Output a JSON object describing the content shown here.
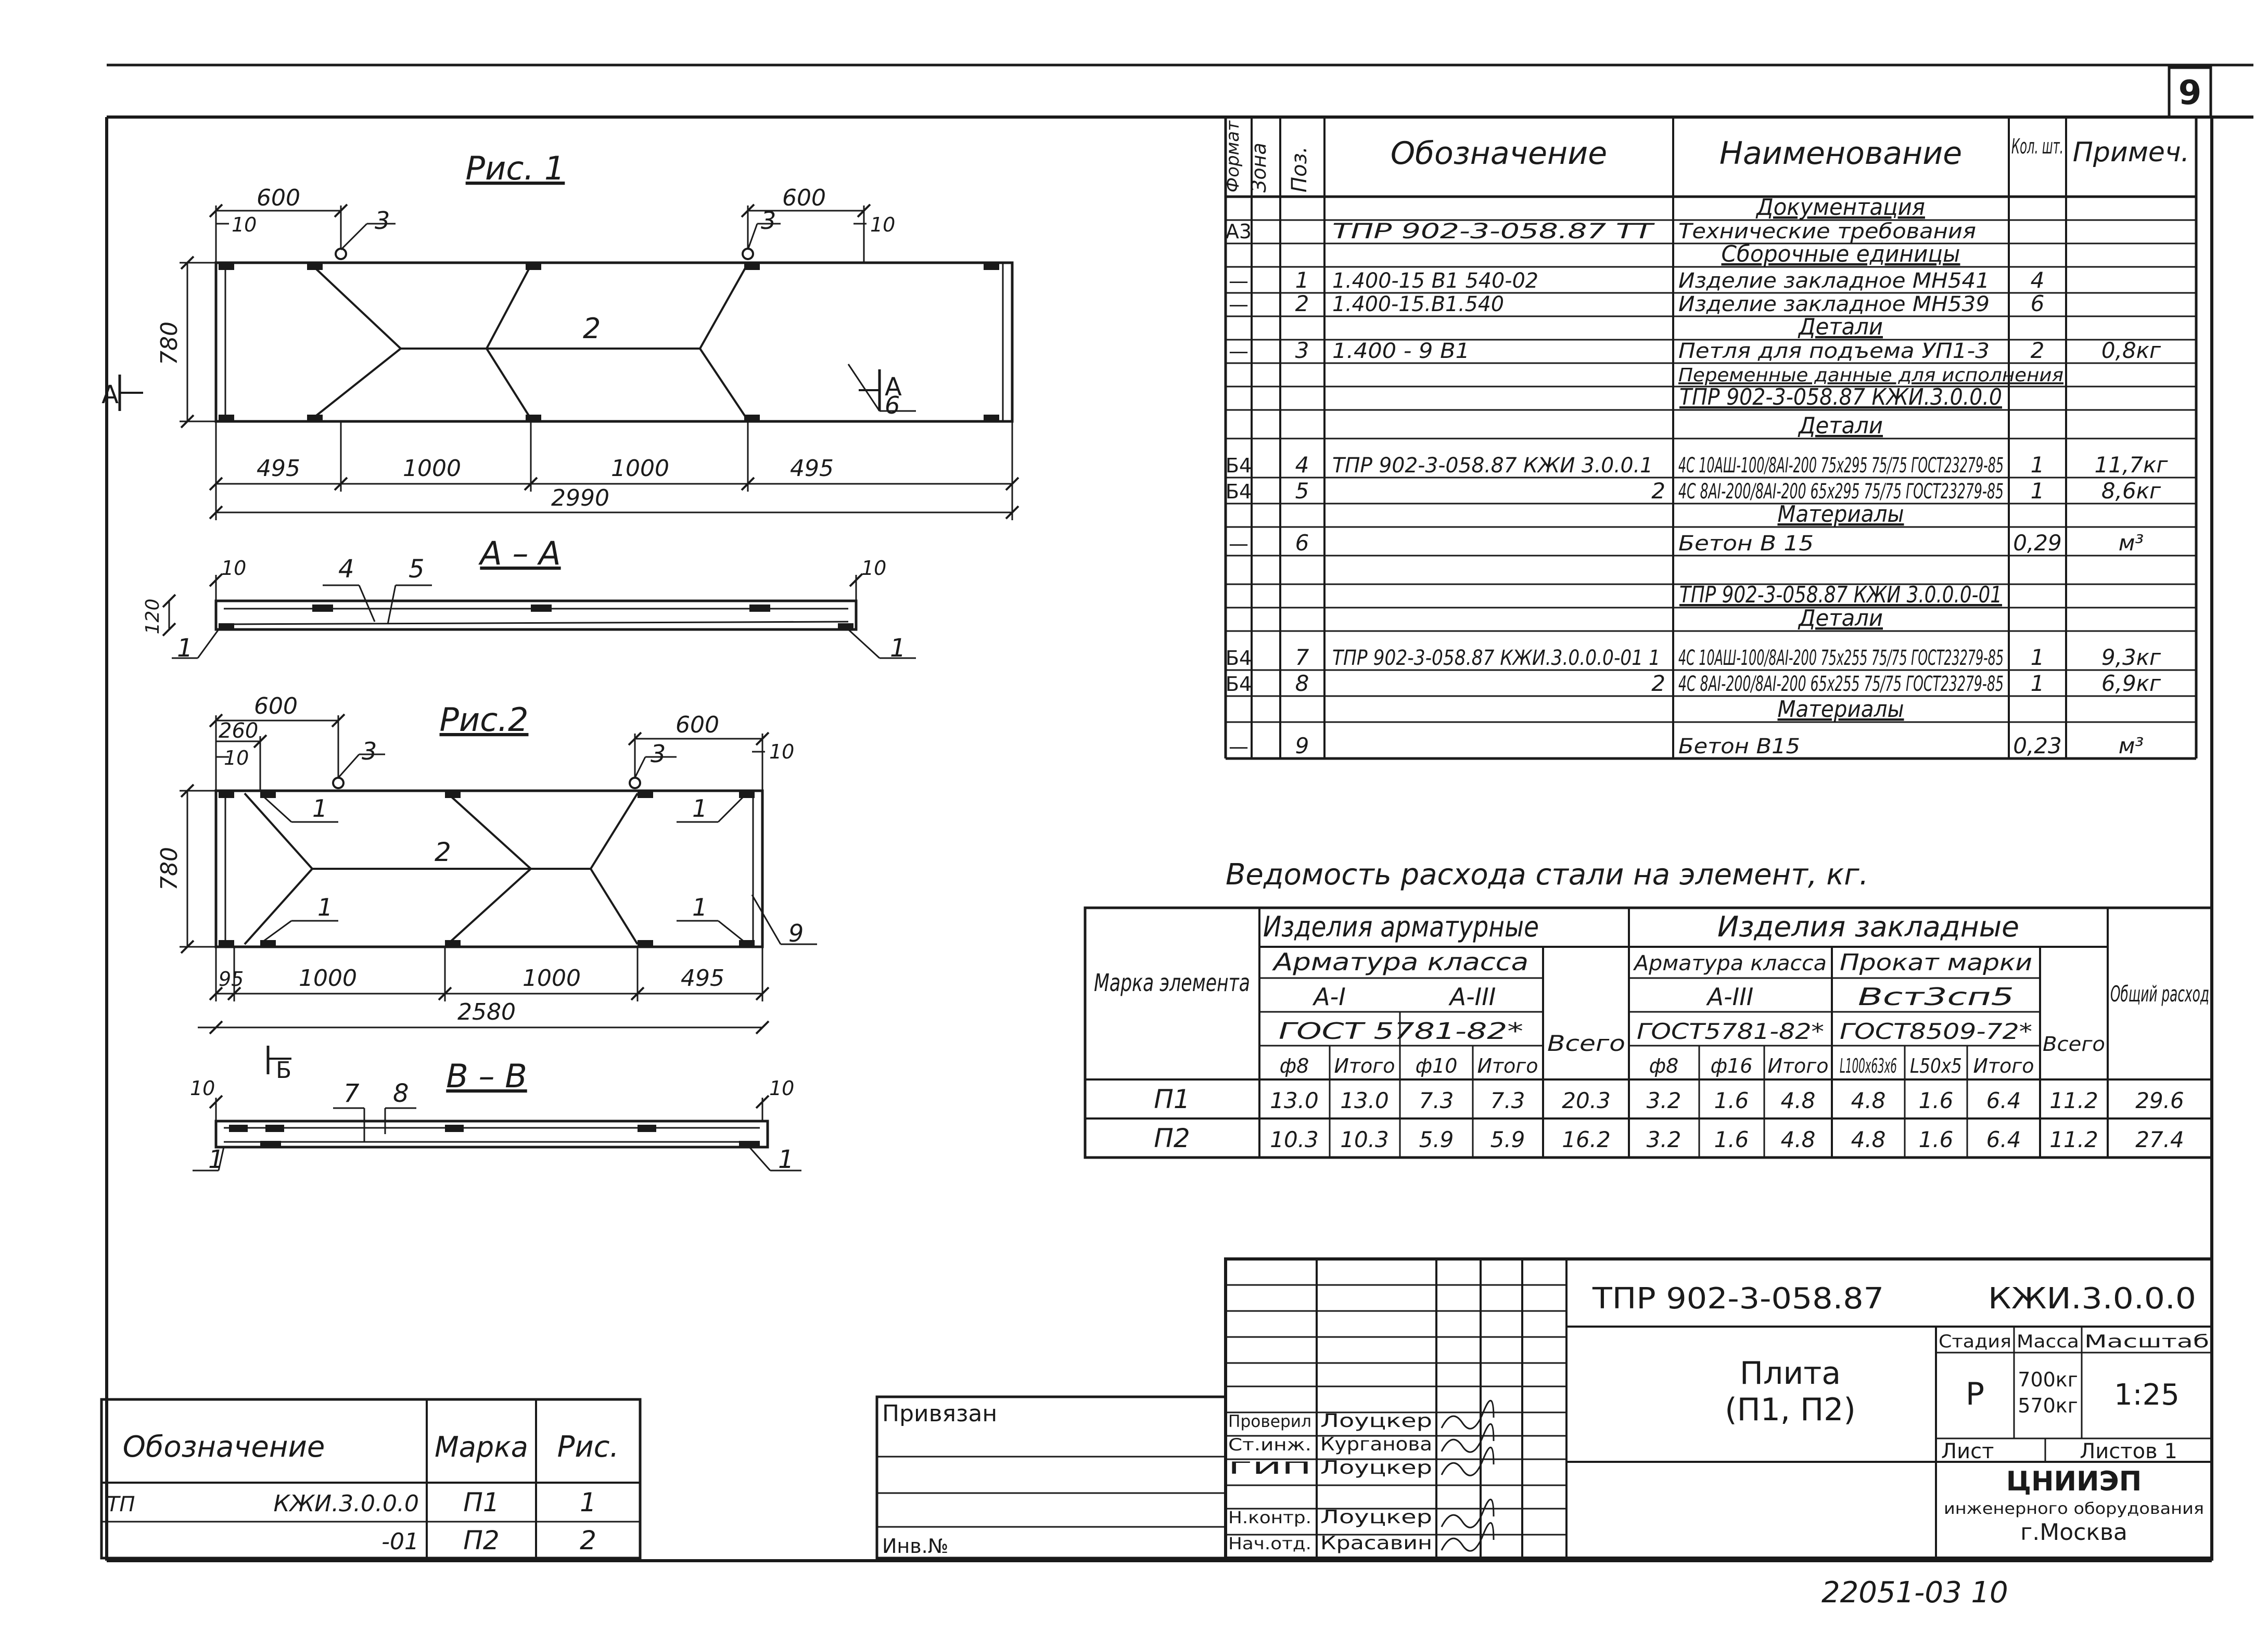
{
  "sheet": {
    "number": "9",
    "doc_code": "ТПР 902-3-058.87",
    "doc_mark": "КЖИ.3.0.0.0",
    "bottom_number": "22051-03  10"
  },
  "fig1": {
    "title": "Рис. 1",
    "dims_top": [
      "600",
      "600",
      "10",
      "10"
    ],
    "leaders": [
      "3",
      "3",
      "2",
      "6"
    ],
    "height": "780",
    "dims_bottom": [
      "495",
      "1000",
      "1000",
      "495"
    ],
    "total": "2990",
    "section_mark": "А",
    "section_title": "А – А",
    "sec_leaders": [
      "4",
      "5",
      "1",
      "1"
    ],
    "sec_dims": [
      "10",
      "10",
      "120"
    ]
  },
  "fig2": {
    "title": "Рис.2",
    "dims_top": [
      "600",
      "260",
      "10",
      "600",
      "10"
    ],
    "leaders": [
      "3",
      "3",
      "1",
      "1",
      "2",
      "1",
      "1",
      "9"
    ],
    "height": "780",
    "dims_bottom": [
      "95",
      "1000",
      "1000",
      "495"
    ],
    "total": "2580",
    "section_mark": "Б",
    "section_title": "В – В",
    "sec_leaders": [
      "7",
      "8",
      "1",
      "1"
    ],
    "sec_dims": [
      "10",
      "10"
    ]
  },
  "spec": {
    "headers": [
      "Формат",
      "Зона",
      "Поз.",
      "Обозначение",
      "Наименование",
      "Кол. шт.",
      "Примеч."
    ],
    "rows": [
      {
        "fmt": "",
        "zone": "",
        "pos": "",
        "des": "",
        "name": "Документация",
        "qty": "",
        "note": "",
        "section": true
      },
      {
        "fmt": "А3",
        "zone": "",
        "pos": "",
        "des": "ТПР 902-3-058.87          ТТ",
        "name": "Технические требования",
        "qty": "",
        "note": ""
      },
      {
        "fmt": "",
        "zone": "",
        "pos": "",
        "des": "",
        "name": "Сборочные единицы",
        "qty": "",
        "note": "",
        "section": true
      },
      {
        "fmt": "—",
        "zone": "",
        "pos": "1",
        "des": "1.400-15 В1 540-02",
        "name": "Изделие закладное МН541",
        "qty": "4",
        "note": ""
      },
      {
        "fmt": "—",
        "zone": "",
        "pos": "2",
        "des": "1.400-15.В1.540",
        "name": "Изделие закладное МН539",
        "qty": "6",
        "note": ""
      },
      {
        "fmt": "",
        "zone": "",
        "pos": "",
        "des": "",
        "name": "Детали",
        "qty": "",
        "note": "",
        "section": true
      },
      {
        "fmt": "—",
        "zone": "",
        "pos": "3",
        "des": "1.400 - 9 В1",
        "name": "Петля для подъема УП1-3",
        "qty": "2",
        "note": "0,8кг"
      },
      {
        "fmt": "",
        "zone": "",
        "pos": "",
        "des": "",
        "name": "Переменные данные для исполнения",
        "qty": "",
        "note": "",
        "wide": true
      },
      {
        "fmt": "",
        "zone": "",
        "pos": "",
        "des": "",
        "name": "ТПР 902-3-058.87   КЖИ.3.0.0.0",
        "qty": "",
        "note": "",
        "section": true
      },
      {
        "fmt": "",
        "zone": "",
        "pos": "",
        "des": "",
        "name": "Детали",
        "qty": "",
        "note": "",
        "section": true
      },
      {
        "fmt": "Б4",
        "zone": "",
        "pos": "4",
        "des": "ТПР 902-3-058.87 КЖИ 3.0.0.1",
        "name": "4С 10АШ-100/8АI-200 75х295 75/75 ГОСТ23279-85",
        "qty": "1",
        "note": "11,7кг"
      },
      {
        "fmt": "Б4",
        "zone": "",
        "pos": "5",
        "des": "2",
        "name": "4С 8АI-200/8АI-200 65х295 75/75 ГОСТ23279-85",
        "qty": "1",
        "note": "8,6кг"
      },
      {
        "fmt": "",
        "zone": "",
        "pos": "",
        "des": "",
        "name": "Материалы",
        "qty": "",
        "note": "",
        "section": true
      },
      {
        "fmt": "—",
        "zone": "",
        "pos": "6",
        "des": "",
        "name": "Бетон В 15",
        "qty": "0,29",
        "note": "м³"
      },
      {
        "fmt": "",
        "zone": "",
        "pos": "",
        "des": "",
        "name": "",
        "qty": "",
        "note": ""
      },
      {
        "fmt": "",
        "zone": "",
        "pos": "",
        "des": "",
        "name": "ТПР 902-3-058.87   КЖИ 3.0.0.0-01",
        "qty": "",
        "note": "",
        "section": true
      },
      {
        "fmt": "",
        "zone": "",
        "pos": "",
        "des": "",
        "name": "Детали",
        "qty": "",
        "note": "",
        "section": true
      },
      {
        "fmt": "Б4",
        "zone": "",
        "pos": "7",
        "des": "ТПР 902-3-058.87 КЖИ.3.0.0.0-01 1",
        "name": "4С 10АШ-100/8АI-200 75х255 75/75 ГОСТ23279-85",
        "qty": "1",
        "note": "9,3кг"
      },
      {
        "fmt": "Б4",
        "zone": "",
        "pos": "8",
        "des": "2",
        "name": "4С 8АI-200/8АI-200 65х255 75/75 ГОСТ23279-85",
        "qty": "1",
        "note": "6,9кг"
      },
      {
        "fmt": "",
        "zone": "",
        "pos": "",
        "des": "",
        "name": "Материалы",
        "qty": "",
        "note": "",
        "section": true
      },
      {
        "fmt": "—",
        "zone": "",
        "pos": "9",
        "des": "",
        "name": "Бетон В15",
        "qty": "0,23",
        "note": "м³"
      }
    ]
  },
  "steel": {
    "title": "Ведомость расхода стали на элемент, кг.",
    "h_mark": "Марка элемента",
    "h_armat": "Изделия арматурные",
    "h_zakl": "Изделия закладные",
    "h_total": "Общий расход",
    "h_class1": "Арматура класса",
    "h_class2": "Арматура класса",
    "h_prokat": "Прокат марки",
    "h_a1": "А-I",
    "h_a3": "А-III",
    "h_a3b": "А-III",
    "h_vst": "Вст3сп5",
    "h_gost1": "ГОСТ 5781-82*",
    "h_gost2": "ГОСТ5781-82*",
    "h_gost3": "ГОСТ8509-72*",
    "h_vsego1": "Всего",
    "h_vsego2": "Всего",
    "cols": [
      "ф8",
      "Итого",
      "ф10",
      "Итого",
      "ф8",
      "ф16",
      "Итого",
      "L100х63х6",
      "L50х5",
      "Итого"
    ],
    "rows": [
      {
        "mark": "П1",
        "vals": [
          "13.0",
          "13.0",
          "7.3",
          "7.3",
          "20.3",
          "3.2",
          "1.6",
          "4.8",
          "4.8",
          "1.6",
          "6.4",
          "11.2",
          "29.6"
        ]
      },
      {
        "mark": "П2",
        "vals": [
          "10.3",
          "10.3",
          "5.9",
          "5.9",
          "16.2",
          "3.2",
          "1.6",
          "4.8",
          "4.8",
          "1.6",
          "6.4",
          "11.2",
          "27.4"
        ]
      }
    ]
  },
  "var_table": {
    "headers": [
      "Обозначение",
      "Марка",
      "Рис."
    ],
    "rows": [
      {
        "c1": "ТП",
        "c2": "КЖИ.3.0.0.0",
        "mark": "П1",
        "fig": "1"
      },
      {
        "c1": "",
        "c2": "-01",
        "mark": "П2",
        "fig": "2"
      }
    ]
  },
  "title_block": {
    "privyazan": "Привязан",
    "inv": "Инв.№",
    "roles": [
      {
        "role": "Проверил",
        "name": "Лоуцкер"
      },
      {
        "role": "Ст.инж.",
        "name": "Курганова"
      },
      {
        "role": "ГИП",
        "name": "Лоуцкер"
      },
      {
        "role": "",
        "name": ""
      },
      {
        "role": "Н.контр.",
        "name": "Лоуцкер"
      },
      {
        "role": "Нач.отд.",
        "name": "Красавин"
      }
    ],
    "product_line1": "Плита",
    "product_line2": "(П1, П2)",
    "stage_h": "Стадия",
    "mass_h": "Масса",
    "scale_h": "Масштаб",
    "stage": "Р",
    "mass1": "700кг",
    "mass2": "570кг",
    "scale": "1:25",
    "sheet_h": "Лист",
    "sheets_h": "Листов 1",
    "org1": "ЦНИИЭП",
    "org2": "инженерного оборудования",
    "org3": "г.Москва"
  }
}
